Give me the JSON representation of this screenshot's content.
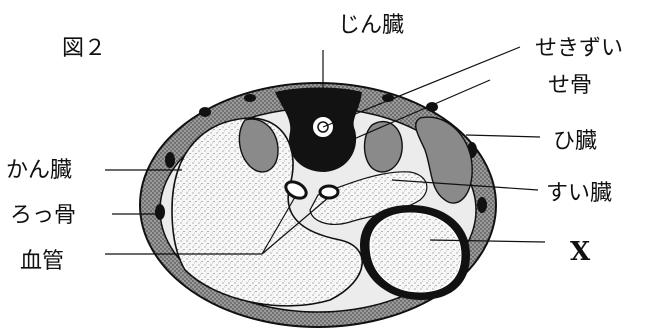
{
  "figure": {
    "title": "図２"
  },
  "labels": {
    "kidney": "じん臓",
    "spinal_cord": "せきずい",
    "spine_bone": "せ骨",
    "spleen": "ひ臓",
    "pancreas": "すい臓",
    "liver": "かん臓",
    "rib": "ろっ骨",
    "blood_vessel": "血管",
    "organ_x": "X"
  },
  "colors": {
    "ink": "#111111",
    "body_wall": "#7c7c7c",
    "muscle_gray": "#8a8a8a",
    "spine_black": "#121212",
    "paper": "#ffffff",
    "speckle": "#f4f4f4"
  }
}
